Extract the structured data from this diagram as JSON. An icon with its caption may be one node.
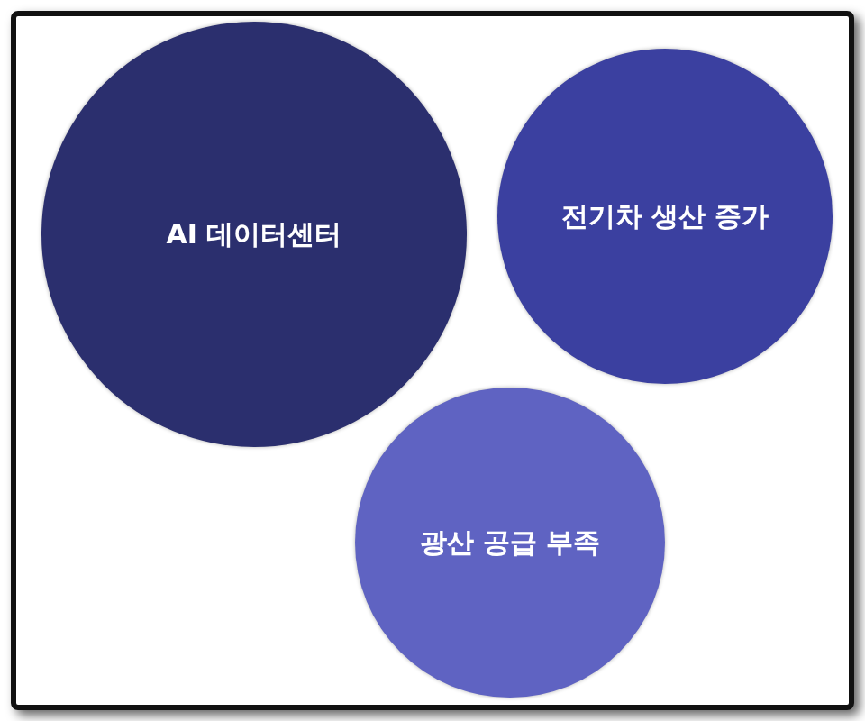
{
  "diagram": {
    "nodes": [
      {
        "text": [
          "AI 데이터센터"
        ]
      },
      {
        "text": [
          "전기차 생산 증가"
        ]
      },
      {
        "text": [
          "광산 공급 부족"
        ]
      }
    ]
  }
}
